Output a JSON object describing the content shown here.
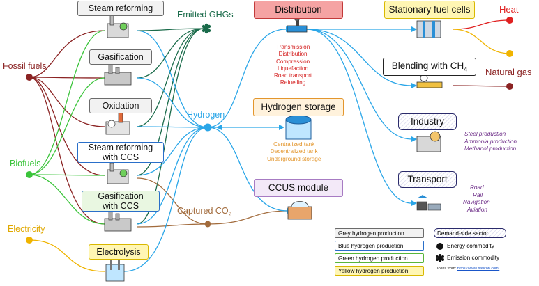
{
  "sources": {
    "fossil_fuels": "Fossil fuels",
    "biofuels": "Biofuels",
    "electricity": "Electricity"
  },
  "processes": {
    "steam_reforming": "Steam reforming",
    "gasification": "Gasification",
    "oxidation": "Oxidation",
    "steam_reforming_ccs_line1": "Steam reforming",
    "steam_reforming_ccs_line2": "with CCS",
    "gasification_ccs_line1": "Gasification",
    "gasification_ccs_line2": "with CCS",
    "electrolysis": "Electrolysis"
  },
  "hubs": {
    "hydrogen": "Hydrogen",
    "emitted_ghgs": "Emitted GHGs",
    "captured_co2_prefix": "Captured CO",
    "captured_co2_sub": "2"
  },
  "midstream": {
    "distribution": "Distribution",
    "distribution_items": [
      "Transmission",
      "Distribution",
      "Compression",
      "Liquefaction",
      "Road transport",
      "Refuelling"
    ],
    "hydrogen_storage": "Hydrogen storage",
    "storage_items": [
      "Centralized tank",
      "Decentralized tank",
      "Underground storage"
    ],
    "ccus_module": "CCUS module"
  },
  "demand": {
    "stationary_fuel_cells": "Stationary fuel cells",
    "blending_prefix": "Blending with CH",
    "blending_sub": "4",
    "heat": "Heat",
    "natural_gas": "Natural gas",
    "industry": "Industry",
    "industry_items": [
      "Steel production",
      "Ammonia production",
      "Methanol production"
    ],
    "transport": "Transport",
    "transport_items": [
      "Road",
      "Rail",
      "Navigation",
      "Aviation"
    ]
  },
  "legend": {
    "grey": "Grey hydrogen production",
    "blue": "Blue hydrogen production",
    "green": "Green hydrogen production",
    "yellow": "Yellow hydrogen production",
    "demand_side": "Demand-side sector",
    "energy_commodity": "Energy commodity",
    "emission_commodity": "Emission commodity",
    "icons_from": "Icons from: ",
    "icons_url": "https://www.flaticon.com/"
  },
  "colors": {
    "fossil": "#8b2323",
    "bio": "#3bc43b",
    "elec": "#f0b400",
    "hydrogen": "#2aa6e8",
    "ghg": "#1a6b4a",
    "co2": "#a26b3c",
    "heat": "#e02020",
    "natural_gas": "#8b2323"
  }
}
